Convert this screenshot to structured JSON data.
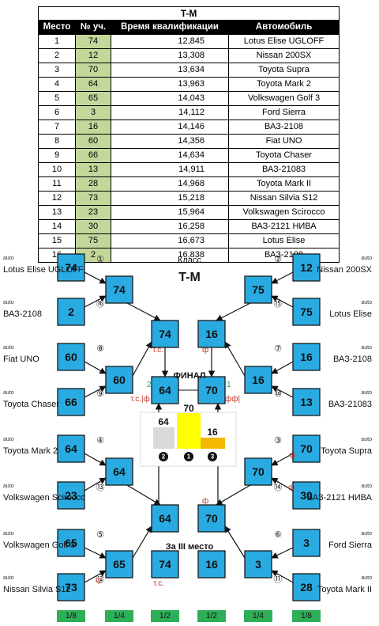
{
  "table": {
    "title": "T-M",
    "headers": [
      "Место",
      "№ уч.",
      "Время квалификации",
      "Автомобиль"
    ],
    "rows": [
      [
        "1",
        "74",
        "12,845",
        "Lotus Elise UGLOFF"
      ],
      [
        "2",
        "12",
        "13,308",
        "Nissan 200SX"
      ],
      [
        "3",
        "70",
        "13,634",
        "Toyota Supra"
      ],
      [
        "4",
        "64",
        "13,963",
        "Toyota Mark 2"
      ],
      [
        "5",
        "65",
        "14,043",
        "Volkswagen Golf 3"
      ],
      [
        "6",
        "3",
        "14,112",
        "Ford Sierra"
      ],
      [
        "7",
        "16",
        "14,146",
        "ВАЗ-2108"
      ],
      [
        "8",
        "60",
        "14,356",
        "Fiat UNO"
      ],
      [
        "9",
        "66",
        "14,634",
        "Toyota Chaser"
      ],
      [
        "10",
        "13",
        "14,911",
        "ВАЗ-21083"
      ],
      [
        "11",
        "28",
        "14,968",
        "Toyota Mark II"
      ],
      [
        "12",
        "73",
        "15,218",
        "Nissan Silvia S12"
      ],
      [
        "13",
        "23",
        "15,964",
        "Volkswagen Scirocco"
      ],
      [
        "14",
        "30",
        "16,258",
        "ВАЗ-2121 НИВА"
      ],
      [
        "15",
        "75",
        "16,673",
        "Lotus Elise"
      ],
      [
        "16",
        "2",
        "16,838",
        "ВАЗ-2108"
      ]
    ]
  },
  "bracket": {
    "class_label": "Класс",
    "class_name": "T-M",
    "final_label": "ФИНАЛ",
    "third_label": "За III место",
    "auto_tag": "auto",
    "left_entries": [
      {
        "seed": "①",
        "num": "74",
        "name": "Lotus Elise UGLOFF"
      },
      {
        "seed": "⑯",
        "num": "2",
        "name": "ВАЗ-2108"
      },
      {
        "seed": "⑧",
        "num": "60",
        "name": "Fiat UNO"
      },
      {
        "seed": "⑨",
        "num": "66",
        "name": "Toyota Chaser"
      },
      {
        "seed": "④",
        "num": "64",
        "name": "Toyota Mark 2"
      },
      {
        "seed": "⑬",
        "num": "23",
        "name": "Volkswagen Scirocco"
      },
      {
        "seed": "⑤",
        "num": "65",
        "name": "Volkswagen Golf 3"
      },
      {
        "seed": "⑫",
        "num": "73",
        "name": "Nissan Silvia S12"
      }
    ],
    "right_entries": [
      {
        "seed": "②",
        "num": "12",
        "name": "Nissan 200SX"
      },
      {
        "seed": "⑮",
        "num": "75",
        "name": "Lotus Elise"
      },
      {
        "seed": "⑦",
        "num": "16",
        "name": "ВАЗ-2108"
      },
      {
        "seed": "⑩",
        "num": "13",
        "name": "ВАЗ-21083"
      },
      {
        "seed": "③",
        "num": "70",
        "name": "Toyota Supra"
      },
      {
        "seed": "⑭",
        "num": "30",
        "name": "ВАЗ-2121 НИВА"
      },
      {
        "seed": "⑥",
        "num": "3",
        "name": "Ford Sierra"
      },
      {
        "seed": "⑪",
        "num": "28",
        "name": "Toyota Mark II"
      }
    ],
    "left_r2": [
      "74",
      "60",
      "64",
      "65"
    ],
    "right_r2": [
      "75",
      "16",
      "70",
      "3"
    ],
    "left_r3": [
      "74",
      "64"
    ],
    "right_r3": [
      "16",
      "70"
    ],
    "final": {
      "left": "64",
      "right": "70",
      "left_count": "2",
      "right_count": "1",
      "left_mark": "т.с.|ф",
      "right_mark": "фф|"
    },
    "third": {
      "left": "74",
      "right": "16",
      "mark": "т.с."
    },
    "marks": {
      "ts": "т.с.",
      "f": "ф"
    },
    "podium": {
      "first": "70",
      "second": "64",
      "third": "16",
      "first_place": "1",
      "second_place": "2",
      "third_place": "3",
      "colors": {
        "first": "#ffff00",
        "second": "#d9d9d9",
        "third": "#f5b800"
      }
    },
    "rounds": [
      "1/8",
      "1/4",
      "1/2",
      "1/2",
      "1/4",
      "1/8"
    ]
  }
}
